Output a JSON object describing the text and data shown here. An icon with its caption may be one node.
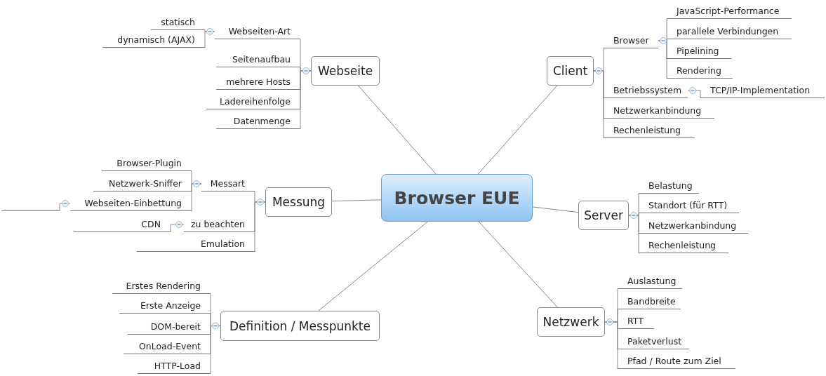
{
  "diagram": {
    "nodes": [
      {
        "text": [
          "Browser EUE"
        ]
      },
      {
        "text": [
          "Webseite"
        ]
      },
      {
        "text": [
          "Webseiten-Art"
        ]
      },
      {
        "text": [
          "statisch"
        ]
      },
      {
        "text": [
          "dynamisch (AJAX)"
        ]
      },
      {
        "text": [
          "Seitenaufbau"
        ]
      },
      {
        "text": [
          "mehrere Hosts"
        ]
      },
      {
        "text": [
          "Ladereihenfolge"
        ]
      },
      {
        "text": [
          "Datenmenge"
        ]
      },
      {
        "text": [
          "Client"
        ]
      },
      {
        "text": [
          "Browser"
        ]
      },
      {
        "text": [
          "JavaScript-Performance"
        ]
      },
      {
        "text": [
          "parallele Verbindungen"
        ]
      },
      {
        "text": [
          "Pipelining"
        ]
      },
      {
        "text": [
          "Rendering"
        ]
      },
      {
        "text": [
          "Betriebssystem"
        ]
      },
      {
        "text": [
          "TCP/IP-Implementation"
        ]
      },
      {
        "text": [
          "Netzwerkanbindung"
        ]
      },
      {
        "text": [
          "Rechenleistung"
        ]
      },
      {
        "text": [
          "Messung"
        ]
      },
      {
        "text": [
          "Messart"
        ]
      },
      {
        "text": [
          "Browser-Plugin"
        ]
      },
      {
        "text": [
          "Netzwerk-Sniffer"
        ]
      },
      {
        "text": [
          "Webseiten-Einbettung"
        ]
      },
      {
        "text": [],
        "shape": "bar"
      },
      {
        "text": [
          "zu beachten"
        ]
      },
      {
        "text": [
          "CDN"
        ]
      },
      {
        "text": [
          "Emulation"
        ]
      },
      {
        "text": [
          "Server"
        ]
      },
      {
        "text": [
          "Belastung"
        ]
      },
      {
        "text": [
          "Standort (für RTT)"
        ]
      },
      {
        "text": [
          "Netzwerkanbindung"
        ]
      },
      {
        "text": [
          "Rechenleistung"
        ]
      },
      {
        "text": [
          "Definition / Messpunkte"
        ]
      },
      {
        "text": [
          "Erstes Rendering"
        ]
      },
      {
        "text": [
          "Erste Anzeige"
        ]
      },
      {
        "text": [
          "DOM-bereit"
        ]
      },
      {
        "text": [
          "OnLoad-Event"
        ]
      },
      {
        "text": [
          "HTTP-Load"
        ]
      },
      {
        "text": [
          "Netzwerk"
        ]
      },
      {
        "text": [
          "Auslastung"
        ]
      },
      {
        "text": [
          "Bandbreite"
        ]
      },
      {
        "text": [
          "RTT"
        ]
      },
      {
        "text": [
          "Paketverlust"
        ]
      },
      {
        "text": [
          "Pfad / Route zum Ziel"
        ]
      }
    ],
    "edges": [
      {
        "from": 0,
        "to": 1,
        "arrow": "none"
      },
      {
        "from": 0,
        "to": 9,
        "arrow": "none"
      },
      {
        "from": 0,
        "to": 19,
        "arrow": "none"
      },
      {
        "from": 0,
        "to": 28,
        "arrow": "none"
      },
      {
        "from": 0,
        "to": 33,
        "arrow": "none"
      },
      {
        "from": 0,
        "to": 39,
        "arrow": "none"
      },
      {
        "from": 1,
        "to": 2,
        "arrow": "none"
      },
      {
        "from": 2,
        "to": 3,
        "arrow": "none"
      },
      {
        "from": 2,
        "to": 4,
        "arrow": "none"
      },
      {
        "from": 1,
        "to": 5,
        "arrow": "none"
      },
      {
        "from": 1,
        "to": 6,
        "arrow": "none"
      },
      {
        "from": 1,
        "to": 7,
        "arrow": "none"
      },
      {
        "from": 1,
        "to": 8,
        "arrow": "none"
      },
      {
        "from": 9,
        "to": 10,
        "arrow": "none"
      },
      {
        "from": 10,
        "to": 11,
        "arrow": "none"
      },
      {
        "from": 10,
        "to": 12,
        "arrow": "none"
      },
      {
        "from": 10,
        "to": 13,
        "arrow": "none"
      },
      {
        "from": 10,
        "to": 14,
        "arrow": "none"
      },
      {
        "from": 9,
        "to": 15,
        "arrow": "none"
      },
      {
        "from": 15,
        "to": 16,
        "arrow": "none"
      },
      {
        "from": 9,
        "to": 17,
        "arrow": "none"
      },
      {
        "from": 9,
        "to": 18,
        "arrow": "none"
      },
      {
        "from": 19,
        "to": 20,
        "arrow": "none"
      },
      {
        "from": 20,
        "to": 21,
        "arrow": "none"
      },
      {
        "from": 20,
        "to": 22,
        "arrow": "none"
      },
      {
        "from": 20,
        "to": 23,
        "arrow": "none"
      },
      {
        "from": 23,
        "to": 24,
        "arrow": "none"
      },
      {
        "from": 19,
        "to": 25,
        "arrow": "none"
      },
      {
        "from": 25,
        "to": 26,
        "arrow": "none"
      },
      {
        "from": 19,
        "to": 27,
        "arrow": "none"
      },
      {
        "from": 28,
        "to": 29,
        "arrow": "none"
      },
      {
        "from": 28,
        "to": 30,
        "arrow": "none"
      },
      {
        "from": 28,
        "to": 31,
        "arrow": "none"
      },
      {
        "from": 28,
        "to": 32,
        "arrow": "none"
      },
      {
        "from": 33,
        "to": 34,
        "arrow": "none"
      },
      {
        "from": 33,
        "to": 35,
        "arrow": "none"
      },
      {
        "from": 33,
        "to": 36,
        "arrow": "none"
      },
      {
        "from": 33,
        "to": 37,
        "arrow": "none"
      },
      {
        "from": 33,
        "to": 38,
        "arrow": "none"
      },
      {
        "from": 39,
        "to": 40,
        "arrow": "none"
      },
      {
        "from": 39,
        "to": 41,
        "arrow": "none"
      },
      {
        "from": 39,
        "to": 42,
        "arrow": "none"
      },
      {
        "from": 39,
        "to": 43,
        "arrow": "none"
      },
      {
        "from": 39,
        "to": 44,
        "arrow": "none"
      }
    ]
  }
}
